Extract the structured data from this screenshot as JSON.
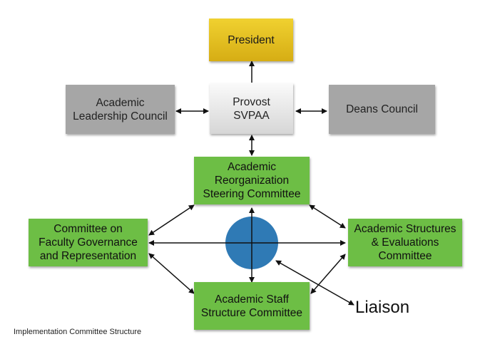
{
  "diagram": {
    "nodes": {
      "president": "President",
      "provost": "Provost\nSVPAA",
      "alc": "Academic\nLeadership Council",
      "deans": "Deans Council",
      "arsc": "Academic\nReorganization\nSteering Committee",
      "cfgr": "Committee on\nFaculty Governance\nand Representation",
      "asec": "Academic Structures\n& Evaluations\nCommittee",
      "assc": "Academic Staff\nStructure Committee"
    },
    "hub_color": "#2f7ab5",
    "liaison_label": "Liaison",
    "caption": "Implementation Committee Structure",
    "colors": {
      "president": "#e3c01f",
      "council": "#a6a6a6",
      "committee": "#6dbe45"
    }
  }
}
